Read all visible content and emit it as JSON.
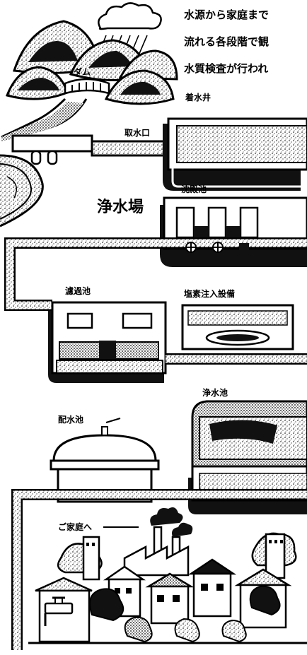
{
  "header": {
    "line1": "水源から家庭まで",
    "line2": "流れる各段階で観",
    "line3": "水質検査が行われ"
  },
  "labels": {
    "dam": "ダム",
    "intake": "取水口",
    "receiving_well": "着水井",
    "plant": "浄水場",
    "sedimentation": "沈殿池",
    "filtration": "濾過池",
    "chlorination": "塩素注入設備",
    "clear_water": "浄水池",
    "distribution": "配水池",
    "to_homes": "ご家庭へ"
  }
}
